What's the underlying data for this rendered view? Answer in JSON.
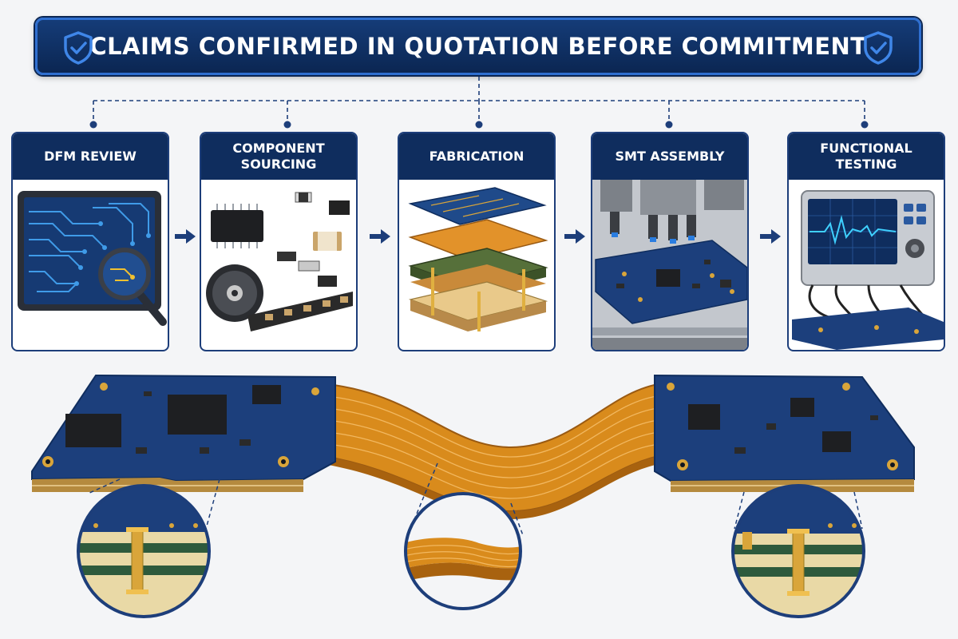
{
  "header": {
    "title": "CLAIMS CONFIRMED IN QUOTATION BEFORE COMMITMENT",
    "icon": "shield-check-icon"
  },
  "stages": [
    {
      "label": "DFM REVIEW",
      "icon": "magnifier-over-board"
    },
    {
      "label": "COMPONENT SOURCING",
      "icon": "components-reel"
    },
    {
      "label": "FABRICATION",
      "icon": "pcb-layer-stack"
    },
    {
      "label": "SMT ASSEMBLY",
      "icon": "pick-and-place-machine"
    },
    {
      "label": "FUNCTIONAL TESTING",
      "icon": "oscilloscope-probes"
    }
  ],
  "colors": {
    "navy": "#0f2d5e",
    "banner_border": "#2f6fd0",
    "pcb_blue": "#1c3f7c",
    "flex_copper": "#d98b1c",
    "gold": "#d9a53a"
  }
}
